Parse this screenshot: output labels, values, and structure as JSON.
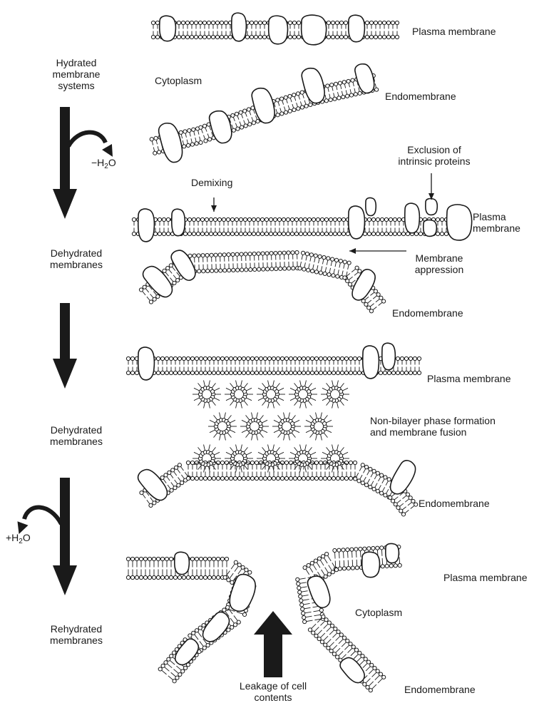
{
  "side_labels": {
    "hydrated": [
      "Hydrated",
      "membrane",
      "systems"
    ],
    "dehydrated_1": [
      "Dehydrated",
      "membranes"
    ],
    "dehydrated_2": [
      "Dehydrated",
      "membranes"
    ],
    "rehydrated": [
      "Rehydrated",
      "membranes"
    ]
  },
  "water": {
    "minus": "−H",
    "plus": "+H",
    "subscript": "2",
    "o": "O"
  },
  "panel1": {
    "plasma_membrane": "Plasma membrane",
    "cytoplasm": "Cytoplasm",
    "endomembrane": "Endomembrane"
  },
  "panel2": {
    "exclusion": [
      "Exclusion of",
      "intrinsic proteins"
    ],
    "demixing": "Demixing",
    "plasma_membrane": [
      "Plasma",
      "membrane"
    ],
    "membrane_appression": [
      "Membrane",
      "appression"
    ],
    "endomembrane": "Endomembrane"
  },
  "panel3": {
    "plasma_membrane": "Plasma membrane",
    "fusion": [
      "Non-bilayer phase formation",
      "and membrane fusion"
    ],
    "endomembrane": "Endomembrane"
  },
  "panel4": {
    "plasma_membrane": "Plasma membrane",
    "cytoplasm": "Cytoplasm",
    "leakage": [
      "Leakage of cell",
      "contents"
    ],
    "endomembrane": "Endomembrane"
  },
  "colors": {
    "ink": "#1a1a1a",
    "protein_fill": "#ffffff",
    "background": "#ffffff"
  }
}
